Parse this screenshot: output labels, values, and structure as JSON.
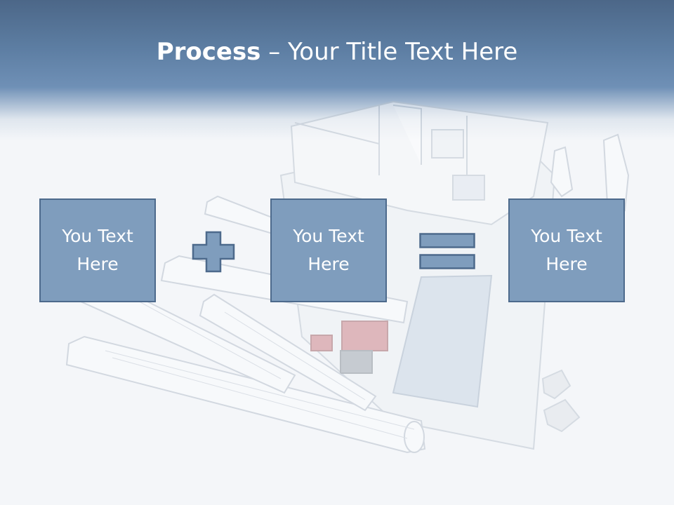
{
  "title": {
    "bold": "Process",
    "rest": " – Your Title Text Here"
  },
  "boxes": [
    {
      "line1": "You Text",
      "line2": "Here"
    },
    {
      "line1": "You Text",
      "line2": "Here"
    },
    {
      "line1": "You Text",
      "line2": "Here"
    }
  ],
  "operators": [
    "plus-icon",
    "equals-icon"
  ],
  "colors": {
    "banner": "#5d7ea3",
    "box_fill": "#7f9dbd",
    "box_border": "#4d6a8c",
    "text": "#ffffff"
  }
}
